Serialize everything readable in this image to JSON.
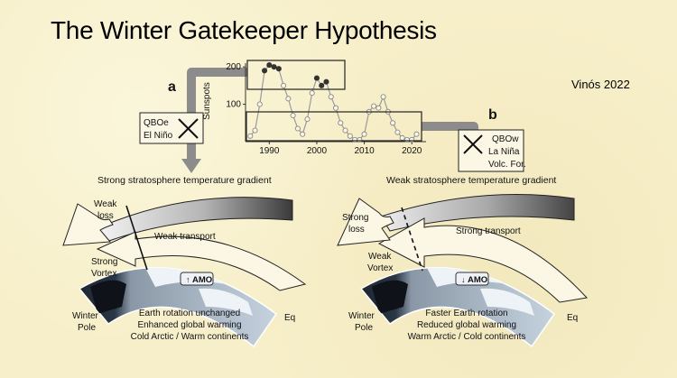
{
  "title": "The Winter Gatekeeper Hypothesis",
  "citation": "Vinós 2022",
  "panel_a": {
    "letter": "a",
    "box_lines": [
      "QBOe",
      "El Niño"
    ],
    "gradient_label": "Strong stratosphere temperature gradient",
    "loss_lines": [
      "Weak",
      "loss"
    ],
    "transport_label": "Weak transport",
    "vortex_lines": [
      "Strong",
      "Vortex"
    ],
    "amo_label": "AMO",
    "amo_arrow": "up",
    "pole_lines": [
      "Winter",
      "Pole"
    ],
    "eq_label": "Eq",
    "caption_lines": [
      "Earth rotation unchanged",
      "Enhanced global warming",
      "Cold Arctic / Warm continents"
    ]
  },
  "panel_b": {
    "letter": "b",
    "box_lines": [
      "QBOw",
      "La Niña",
      "Volc. For."
    ],
    "gradient_label": "Weak stratosphere temperature gradient",
    "loss_lines": [
      "Strong",
      "loss"
    ],
    "transport_label": "Strong transport",
    "vortex_lines": [
      "Weak",
      "Vortex"
    ],
    "amo_label": "AMO",
    "amo_arrow": "down",
    "pole_lines": [
      "Winter",
      "Pole"
    ],
    "eq_label": "Eq",
    "caption_lines": [
      "Faster Earth rotation",
      "Reduced global warming",
      "Warm Arctic / Cold continents"
    ]
  },
  "chart_data": {
    "type": "line",
    "ylabel": "Sunspots",
    "xlabel": "",
    "xlim": [
      1985,
      2023
    ],
    "ylim": [
      0,
      210
    ],
    "xticks": [
      1990,
      2000,
      2010,
      2020
    ],
    "yticks": [
      100,
      200
    ],
    "x": [
      1986,
      1987,
      1988,
      1989,
      1990,
      1991,
      1992,
      1993,
      1994,
      1995,
      1996,
      1997,
      1998,
      1999,
      2000,
      2001,
      2002,
      2003,
      2004,
      2005,
      2006,
      2007,
      2008,
      2009,
      2010,
      2011,
      2012,
      2013,
      2014,
      2015,
      2016,
      2017,
      2018,
      2019,
      2020,
      2021
    ],
    "y": [
      15,
      30,
      100,
      190,
      205,
      200,
      195,
      150,
      115,
      70,
      35,
      20,
      60,
      130,
      170,
      150,
      160,
      120,
      90,
      50,
      30,
      15,
      5,
      5,
      20,
      80,
      95,
      90,
      120,
      80,
      50,
      25,
      10,
      5,
      5,
      20
    ],
    "highlight_x": [
      1989,
      1990,
      1991,
      1992,
      2000,
      2001,
      2002
    ],
    "series_color": "#333333"
  }
}
